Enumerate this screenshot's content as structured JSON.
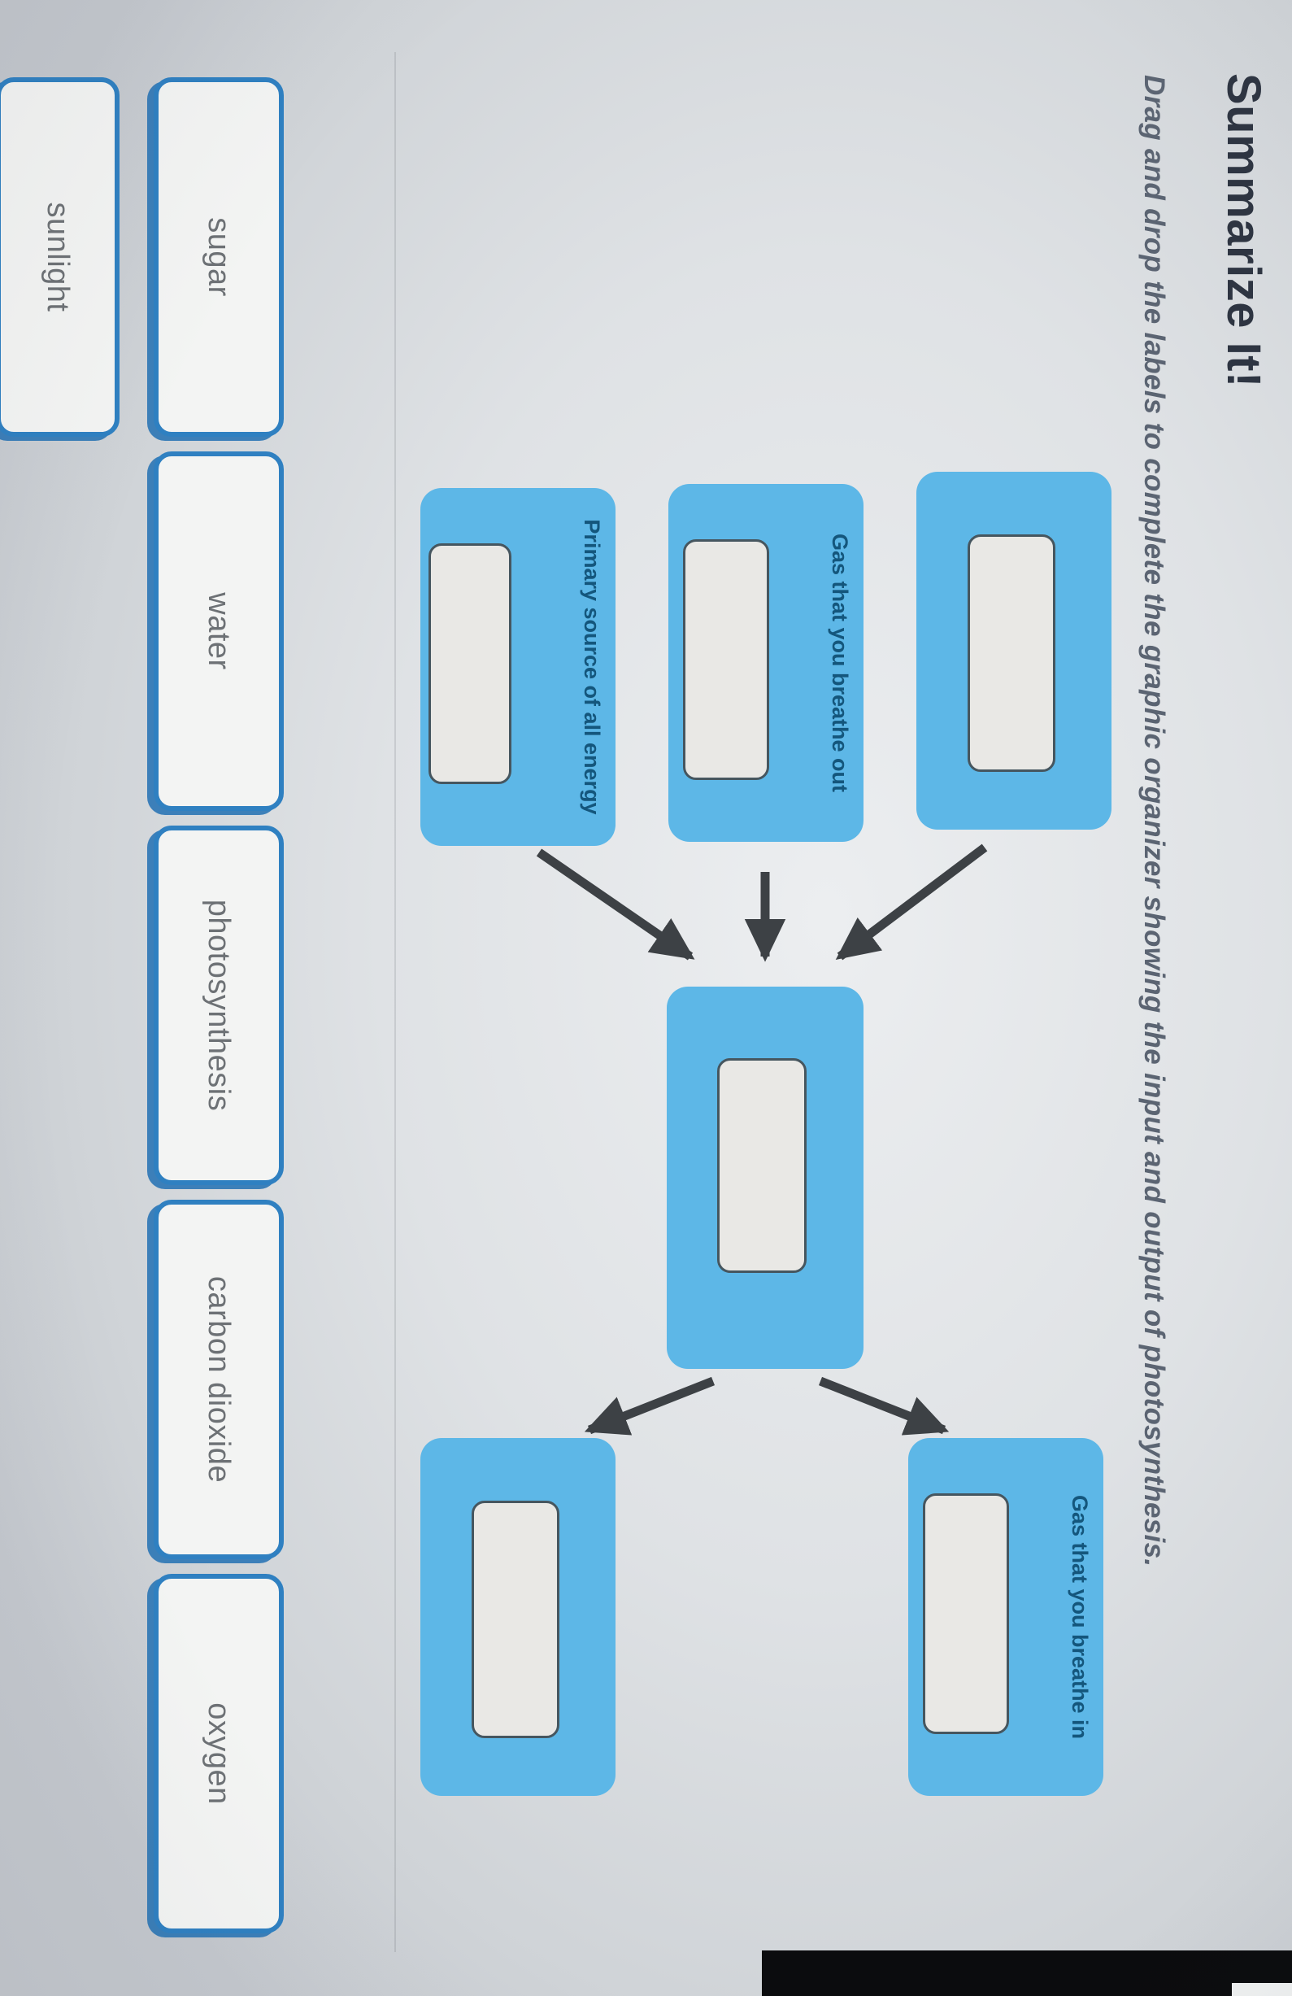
{
  "page": {
    "title": "Summarize It!",
    "instruction": "Drag and drop the labels to complete the graphic organizer showing the input and output of photosynthesis."
  },
  "diagram": {
    "input_boxes": [
      {
        "name": "input-box-1",
        "label": "",
        "slot_state": "empty"
      },
      {
        "name": "input-box-2",
        "label": "Gas that you breathe out",
        "slot_state": "empty"
      },
      {
        "name": "input-box-3",
        "label": "Primary source of all energy",
        "slot_state": "empty"
      }
    ],
    "process_box": {
      "name": "process-box",
      "label": "",
      "slot_state": "empty"
    },
    "output_boxes": [
      {
        "name": "output-box-1",
        "label": "Gas that you breathe in",
        "slot_state": "empty"
      },
      {
        "name": "output-box-2",
        "label": "",
        "slot_state": "empty"
      }
    ],
    "arrow_count": 5
  },
  "word_bank": {
    "chips": [
      "sugar",
      "water",
      "photosynthesis",
      "carbon dioxide",
      "oxygen",
      "sunlight"
    ]
  },
  "colors": {
    "box_blue": "#5db7e7",
    "slot_fill": "#e9e8e5",
    "slot_border": "#46565f",
    "chip_border": "#2f80c1",
    "chip_text": "#6d7175",
    "label_text": "#14567c",
    "title_text": "#2e3542",
    "instruction_text": "#5b6472",
    "arrow": "#3d4145",
    "background": "#dfe2e5"
  }
}
